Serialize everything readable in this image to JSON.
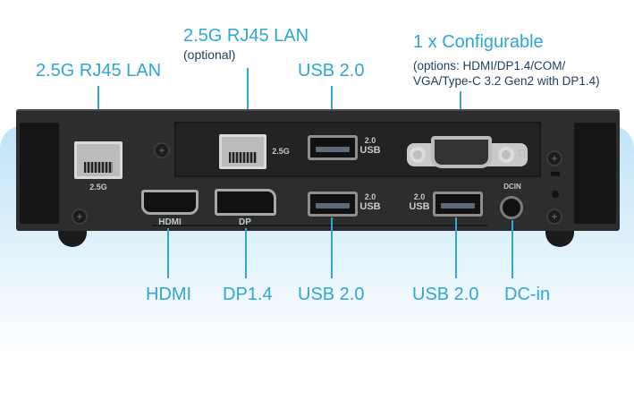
{
  "labels": {
    "lan_left": "2.5G RJ45 LAN",
    "lan_optional": "2.5G RJ45 LAN",
    "optional_note": "(optional)",
    "usb_top": "USB 2.0",
    "configurable_title": "1 x Configurable",
    "configurable_options_line1": "(options: HDMI/DP1.4/COM/",
    "configurable_options_line2": "VGA/Type-C 3.2 Gen2 with DP1.4)",
    "hdmi": "HDMI",
    "dp": "DP1.4",
    "usb_bottom_1": "USB 2.0",
    "usb_bottom_2": "USB 2.0",
    "dc_in": "DC-in"
  },
  "device_print": {
    "lan1": "2.5G",
    "lan2": "2.5G",
    "usb_ver": "2.0",
    "usb": "USB",
    "hdmi": "HDMI",
    "dp": "DP",
    "dcin": "DCIN"
  },
  "colors": {
    "accent": "#2ea6d6",
    "note": "#1c3e5e",
    "chassis": "#2c2d2f"
  }
}
